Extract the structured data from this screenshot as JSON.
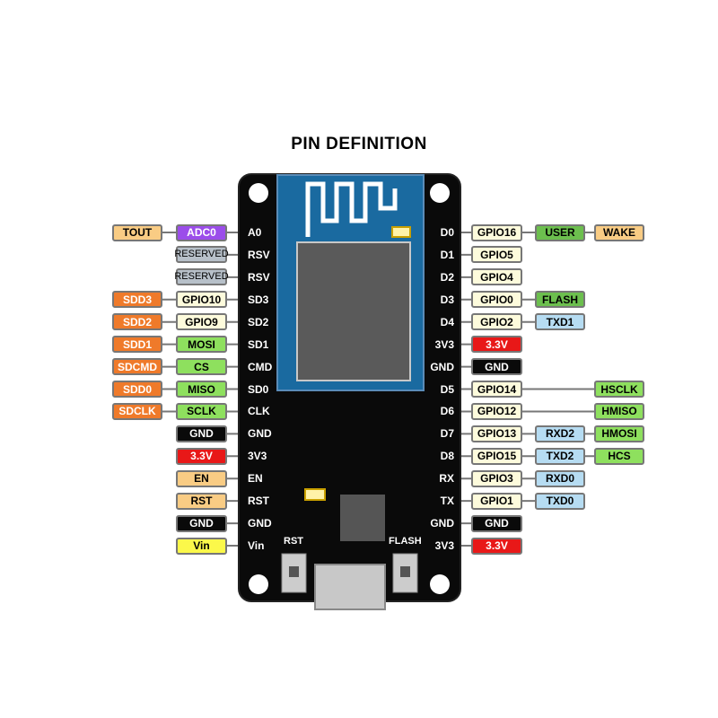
{
  "title": "PIN DEFINITION",
  "left_pins": [
    {
      "pin": "A0",
      "tags": [
        {
          "text": "ADC0",
          "c": "#9b4dea"
        },
        {
          "text": "TOUT",
          "c": "#f9cc84"
        }
      ]
    },
    {
      "pin": "RSV",
      "tags": [
        {
          "text": "RESERVED",
          "c": "#b7c0c9",
          "thin": true
        }
      ]
    },
    {
      "pin": "RSV",
      "tags": [
        {
          "text": "RESERVED",
          "c": "#b7c0c9",
          "thin": true
        }
      ]
    },
    {
      "pin": "SD3",
      "tags": [
        {
          "text": "GPIO10",
          "c": "#fdfbdc"
        },
        {
          "text": "SDD3",
          "c": "#ef7a2a"
        }
      ]
    },
    {
      "pin": "SD2",
      "tags": [
        {
          "text": "GPIO9",
          "c": "#fdfbdc"
        },
        {
          "text": "SDD2",
          "c": "#ef7a2a"
        }
      ]
    },
    {
      "pin": "SD1",
      "tags": [
        {
          "text": "MOSI",
          "c": "#8ee05e"
        },
        {
          "text": "SDD1",
          "c": "#ef7a2a"
        }
      ]
    },
    {
      "pin": "CMD",
      "tags": [
        {
          "text": "CS",
          "c": "#8ee05e"
        },
        {
          "text": "SDCMD",
          "c": "#ef7a2a"
        }
      ]
    },
    {
      "pin": "SD0",
      "tags": [
        {
          "text": "MISO",
          "c": "#8ee05e"
        },
        {
          "text": "SDD0",
          "c": "#ef7a2a"
        }
      ]
    },
    {
      "pin": "CLK",
      "tags": [
        {
          "text": "SCLK",
          "c": "#8ee05e"
        },
        {
          "text": "SDCLK",
          "c": "#ef7a2a"
        }
      ]
    },
    {
      "pin": "GND",
      "tags": [
        {
          "text": "GND",
          "c": "#0a0a0a"
        }
      ]
    },
    {
      "pin": "3V3",
      "tags": [
        {
          "text": "3.3V",
          "c": "#e81818"
        }
      ]
    },
    {
      "pin": "EN",
      "tags": [
        {
          "text": "EN",
          "c": "#f9cc84"
        }
      ]
    },
    {
      "pin": "RST",
      "tags": [
        {
          "text": "RST",
          "c": "#f9cc84"
        }
      ]
    },
    {
      "pin": "GND",
      "tags": [
        {
          "text": "GND",
          "c": "#0a0a0a"
        }
      ]
    },
    {
      "pin": "Vin",
      "tags": [
        {
          "text": "Vin",
          "c": "#fbf84a"
        }
      ]
    }
  ],
  "right_pins": [
    {
      "pin": "D0",
      "tags": [
        {
          "text": "GPIO16",
          "c": "#fdfbdc"
        },
        {
          "text": "USER",
          "c": "#6cbf4e"
        },
        {
          "text": "WAKE",
          "c": "#f9cc84"
        }
      ]
    },
    {
      "pin": "D1",
      "tags": [
        {
          "text": "GPIO5",
          "c": "#fdfbdc"
        }
      ]
    },
    {
      "pin": "D2",
      "tags": [
        {
          "text": "GPIO4",
          "c": "#fdfbdc"
        }
      ]
    },
    {
      "pin": "D3",
      "tags": [
        {
          "text": "GPIO0",
          "c": "#fdfbdc"
        },
        {
          "text": "FLASH",
          "c": "#6cbf4e"
        }
      ]
    },
    {
      "pin": "D4",
      "tags": [
        {
          "text": "GPIO2",
          "c": "#fdfbdc"
        },
        {
          "text": "TXD1",
          "c": "#b6dcf2"
        }
      ]
    },
    {
      "pin": "3V3",
      "tags": [
        {
          "text": "3.3V",
          "c": "#e81818"
        }
      ]
    },
    {
      "pin": "GND",
      "tags": [
        {
          "text": "GND",
          "c": "#0a0a0a"
        }
      ]
    },
    {
      "pin": "D5",
      "tags": [
        {
          "text": "GPIO14",
          "c": "#fdfbdc"
        },
        {
          "text": "HSCLK",
          "c": "#8ee05e",
          "far": true
        }
      ]
    },
    {
      "pin": "D6",
      "tags": [
        {
          "text": "GPIO12",
          "c": "#fdfbdc"
        },
        {
          "text": "HMISO",
          "c": "#8ee05e",
          "far": true
        }
      ]
    },
    {
      "pin": "D7",
      "tags": [
        {
          "text": "GPIO13",
          "c": "#fdfbdc"
        },
        {
          "text": "RXD2",
          "c": "#b6dcf2"
        },
        {
          "text": "HMOSI",
          "c": "#8ee05e"
        }
      ]
    },
    {
      "pin": "D8",
      "tags": [
        {
          "text": "GPIO15",
          "c": "#fdfbdc"
        },
        {
          "text": "TXD2",
          "c": "#b6dcf2"
        },
        {
          "text": "HCS",
          "c": "#8ee05e"
        }
      ]
    },
    {
      "pin": "RX",
      "tags": [
        {
          "text": "GPIO3",
          "c": "#fdfbdc"
        },
        {
          "text": "RXD0",
          "c": "#b6dcf2"
        }
      ]
    },
    {
      "pin": "TX",
      "tags": [
        {
          "text": "GPIO1",
          "c": "#fdfbdc"
        },
        {
          "text": "TXD0",
          "c": "#b6dcf2"
        }
      ]
    },
    {
      "pin": "GND",
      "tags": [
        {
          "text": "GND",
          "c": "#0a0a0a"
        }
      ]
    },
    {
      "pin": "3V3",
      "tags": [
        {
          "text": "3.3V",
          "c": "#e81818"
        }
      ]
    }
  ],
  "buttons": {
    "rst": "RST",
    "flash": "FLASH"
  }
}
